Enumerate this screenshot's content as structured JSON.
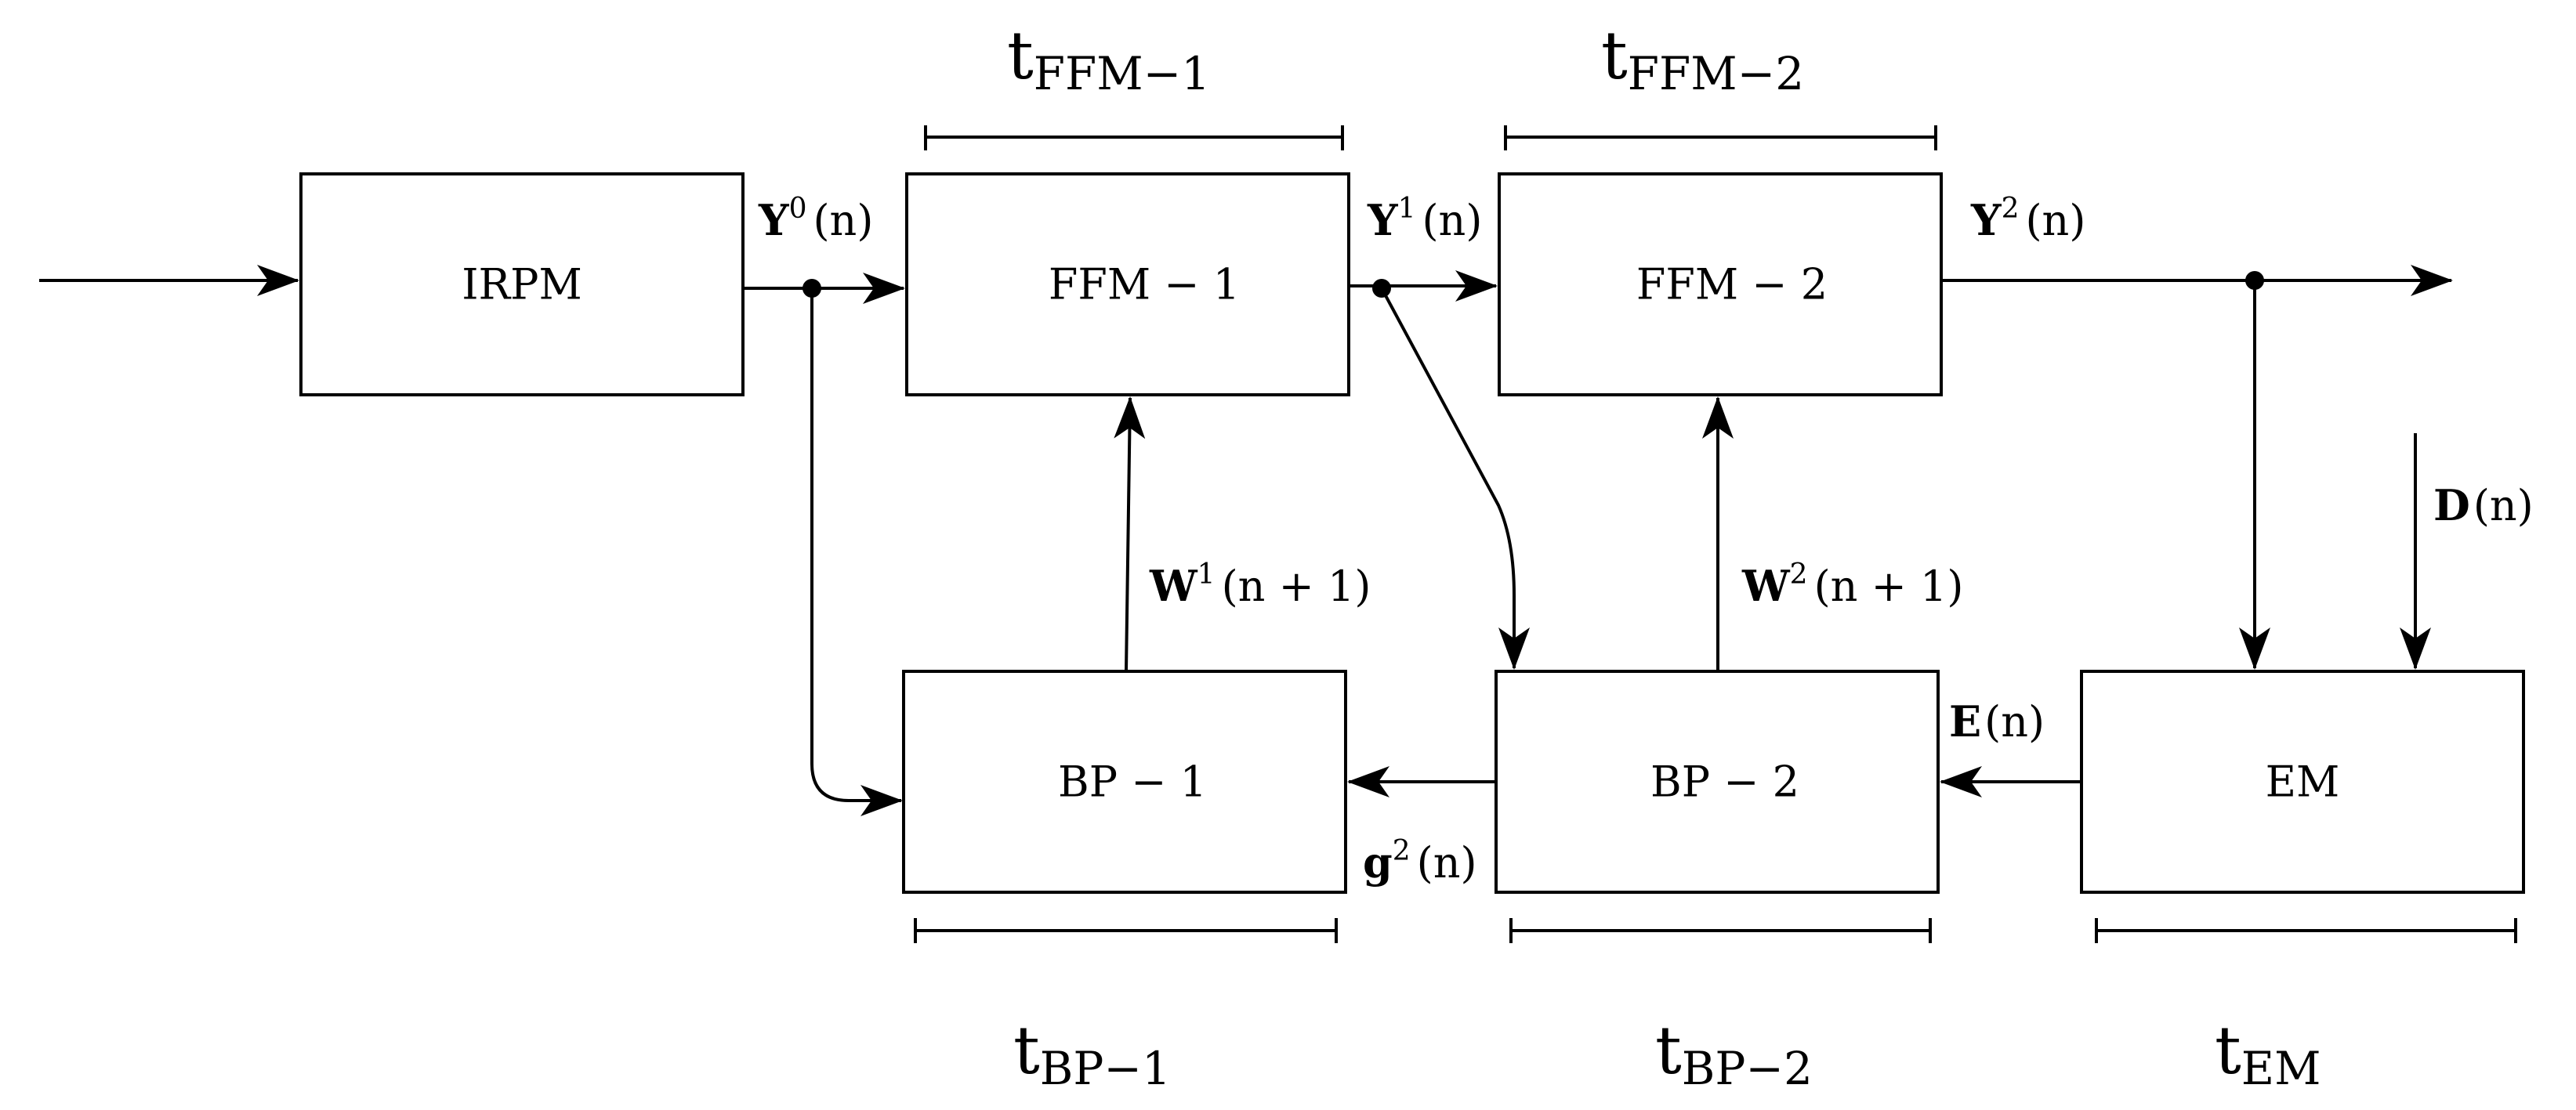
{
  "blocks": {
    "irpm": "IRPM",
    "ffm1": "FFM − 1",
    "ffm2": "FFM − 2",
    "bp1": "BP − 1",
    "bp2": "BP − 2",
    "em": "EM"
  },
  "signals": {
    "y0": {
      "base": "Y",
      "sup": "0",
      "arg": "(n)"
    },
    "y1": {
      "base": "Y",
      "sup": "1",
      "arg": "(n)"
    },
    "y2": {
      "base": "Y",
      "sup": "2",
      "arg": "(n)"
    },
    "w1": {
      "base": "W",
      "sup": "1",
      "arg": "(n + 1)"
    },
    "w2": {
      "base": "W",
      "sup": "2",
      "arg": "(n + 1)"
    },
    "d": {
      "base": "D",
      "arg": "(n)"
    },
    "e": {
      "base": "E",
      "arg": "(n)"
    },
    "g2": {
      "base": "g",
      "sup": "2",
      "arg": "(n)"
    }
  },
  "timings": {
    "ffm1": {
      "base": "t",
      "sub": "FFM−1"
    },
    "ffm2": {
      "base": "t",
      "sub": "FFM−2"
    },
    "bp1": {
      "base": "t",
      "sub": "BP−1"
    },
    "bp2": {
      "base": "t",
      "sub": "BP−2"
    },
    "em": {
      "base": "t",
      "sub": "EM"
    }
  }
}
